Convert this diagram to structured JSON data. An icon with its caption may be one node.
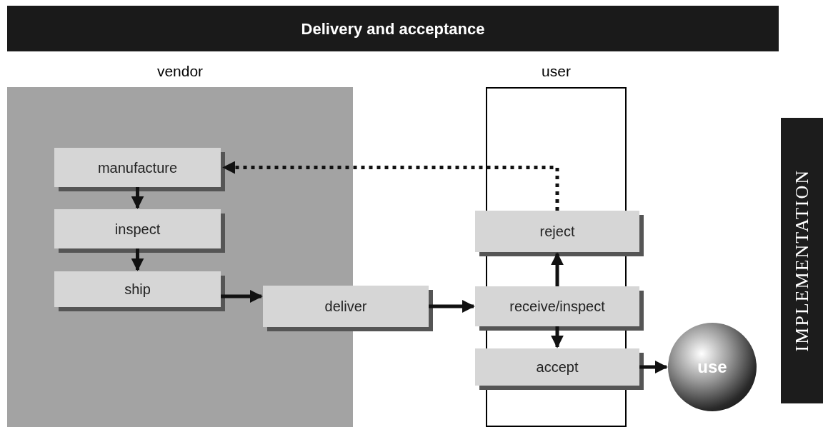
{
  "diagram": {
    "title": "Delivery and acceptance",
    "nodes": [
      {
        "text": [
          "vendor"
        ]
      },
      {
        "text": [
          "manufacture"
        ],
        "in": 0
      },
      {
        "text": [
          "inspect"
        ],
        "in": 0
      },
      {
        "text": [
          "ship"
        ],
        "in": 0
      },
      {
        "text": [
          "deliver"
        ]
      },
      {
        "text": [
          "reject"
        ]
      },
      {
        "text": [
          "receive/inspect"
        ]
      },
      {
        "text": [
          "accept"
        ]
      },
      {
        "text": [
          "use"
        ]
      },
      {
        "text": [
          "IMPLEMENTATION"
        ]
      }
    ],
    "edges": [
      {
        "from": 1,
        "to": 2,
        "arrow": "to"
      },
      {
        "from": 2,
        "to": 3,
        "arrow": "to"
      },
      {
        "from": 3,
        "to": 4,
        "arrow": "to"
      },
      {
        "from": 4,
        "to": 6,
        "arrow": "to"
      },
      {
        "from": 6,
        "to": 5,
        "arrow": "to"
      },
      {
        "from": 6,
        "to": 7,
        "arrow": "to"
      },
      {
        "from": 7,
        "to": 8,
        "arrow": "to"
      },
      {
        "from": 5,
        "to": 1,
        "arrow": "to",
        "style": "dashed"
      }
    ],
    "labels": [
      "user"
    ]
  }
}
